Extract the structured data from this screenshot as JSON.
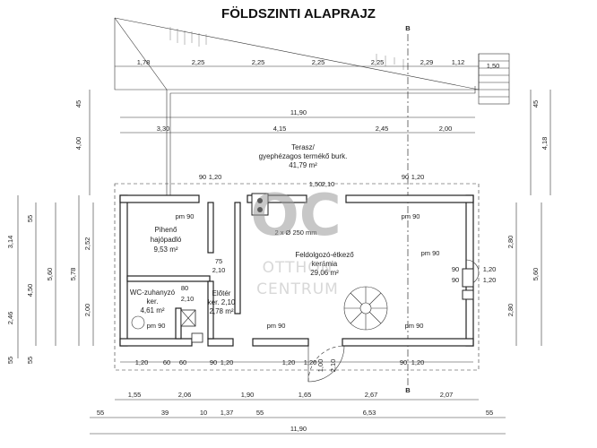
{
  "title": "FÖLDSZINTI ALAPRAJZ",
  "section_marker": "B",
  "watermark": {
    "mark": "OC",
    "line1": "OTTHON",
    "line2": "CENTRUM"
  },
  "rooms": {
    "terrace": {
      "name": "Terasz/",
      "surface": "gyephézagos termékő burk.",
      "area": "41,79 m²"
    },
    "rest": {
      "name": "Pihenő",
      "floor": "hajópadló",
      "area": "9,53 m²"
    },
    "kitchen": {
      "name": "Feldolgozó-étkező",
      "floor": "kerámia",
      "area": "29,06 m²"
    },
    "bath": {
      "name": "WC-zuhanyzó",
      "floor": "ker.",
      "area": "4,61 m²"
    },
    "hall": {
      "name": "Előtér",
      "floor": "ker. 2,10",
      "area": "2,78 m²"
    }
  },
  "chimney_label": "2 x Ø 250 mm",
  "top_dims": [
    "1,78",
    "2,25",
    "2,25",
    "2,25",
    "2,25",
    "2,29",
    "1,12"
  ],
  "stair_dim": "1,50",
  "overall_width": "11,90",
  "row2_dims": [
    "3,30",
    "4,15",
    "2,45",
    "2,00"
  ],
  "left_dims": {
    "terrace": "4,00",
    "top": "45",
    "outer": [
      "3,14",
      "2,46",
      "55"
    ],
    "mid": [
      "55",
      "4,50",
      "55"
    ],
    "inner": [
      "5,60"
    ],
    "inner2": [
      "5,78"
    ],
    "col": [
      "2,52",
      "2,00"
    ]
  },
  "right_dims": [
    "4,18",
    "45",
    "2,80",
    "5,60",
    "2,80"
  ],
  "opening_labels": {
    "pm90": "pm 90",
    "w90": "90",
    "w120": "1,20",
    "w150": "1,50",
    "w210": "2,10",
    "w75": "75",
    "w80": "80",
    "w60": "60",
    "w100": "1,00"
  },
  "bottom_row1": [
    "1,20",
    "60",
    "60",
    "90",
    "1,20",
    "1,20",
    "1,20",
    "1,00",
    "2,10",
    "90",
    "1,20"
  ],
  "bottom_row2": [
    "1,55",
    "2,06",
    "1,90",
    "1,65",
    "2,67",
    "2,07"
  ],
  "bottom_row3": [
    "55",
    "39",
    "10",
    "1,37",
    "55",
    "6,53",
    "55"
  ],
  "bottom_overall": "11,90"
}
